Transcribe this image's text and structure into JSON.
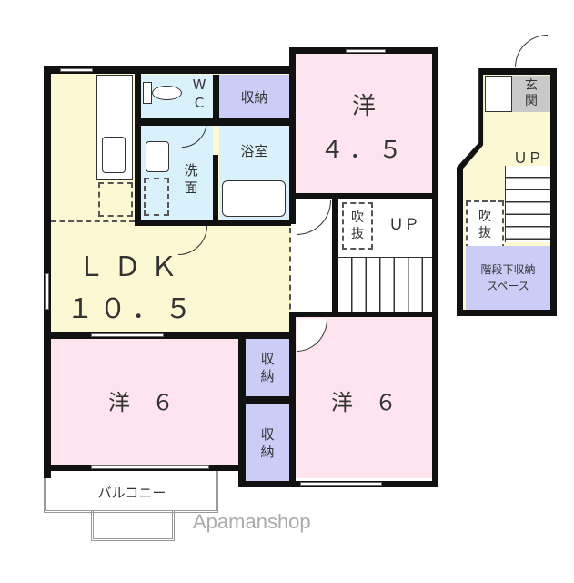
{
  "rooms": {
    "ldk": {
      "name": "ＬＤＫ",
      "size": "１０．５"
    },
    "western_45": {
      "name": "洋",
      "size": "４．５"
    },
    "western_6_left": {
      "name": "洋　６"
    },
    "western_6_right": {
      "name": "洋　６"
    },
    "wc": {
      "line1": "W",
      "line2": "C"
    },
    "storage_top": "収納",
    "storage_mid": "収\n納",
    "storage_low": "収\n納",
    "bath": "浴室",
    "washroom": "洗\n面",
    "balcony": "バルコニー",
    "void_main": "吹\n抜",
    "up_main": "ＵＰ",
    "entrance": "玄\n関",
    "up_entry": "ＵＰ",
    "void_entry": "吹\n抜",
    "under_stairs_storage": "階段下収納\nスペース"
  },
  "watermark": "Apamanshop",
  "colors": {
    "ldk": "#fdf8d4",
    "western": "#fde4ef",
    "wet": "#d9f1fb",
    "storage": "#cccdf6",
    "entrance": "#c9c9c9",
    "wall": "#111111"
  }
}
